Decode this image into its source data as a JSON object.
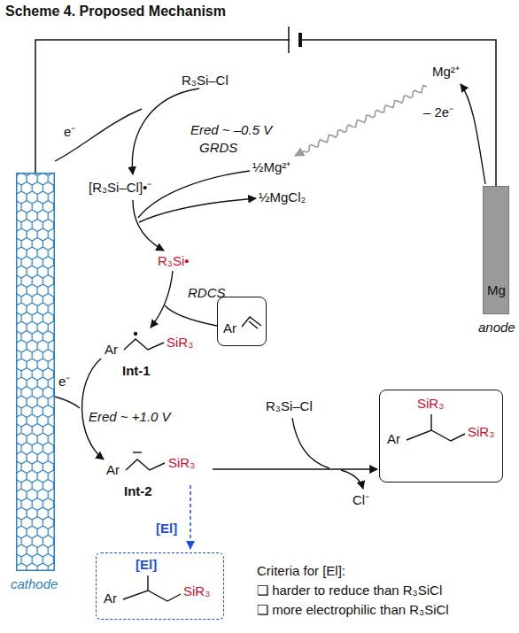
{
  "diagram": {
    "title": "Scheme 4. Proposed Mechanism",
    "nodes": [
      {
        "text": [
          "cathode"
        ]
      },
      {
        "text": [
          "Mg",
          "anode"
        ]
      },
      {
        "text": [
          "Ar"
        ]
      },
      {
        "text": [
          "SiR₃",
          "Ar",
          "SiR₃"
        ]
      },
      {
        "text": [
          "[El]",
          "Ar",
          "SiR₃"
        ]
      }
    ],
    "edges": [
      {
        "from": 0,
        "to": 1,
        "arrow": "none"
      }
    ],
    "labels": [
      "R₃Si–Cl",
      "Mg²⁺",
      "– 2e⁻",
      "e⁻",
      "Ered ~ –0.5 V",
      "GRDS",
      "½Mg²⁺",
      "[R₃Si–Cl]•⁻",
      "½MgCl₂",
      "R₃Si•",
      "RDCS",
      "Ar",
      "SiR₃",
      "Int-1",
      "e⁻",
      "Ered ~ +1.0 V",
      "R₃Si–Cl",
      "Ar",
      "SiR₃",
      "Int-2",
      "Cl⁻",
      "[El]",
      "Criteria for [El]:",
      "❑ harder to reduce than R₃SiCl",
      "❑ more electrophilic than R₃SiCl"
    ]
  }
}
